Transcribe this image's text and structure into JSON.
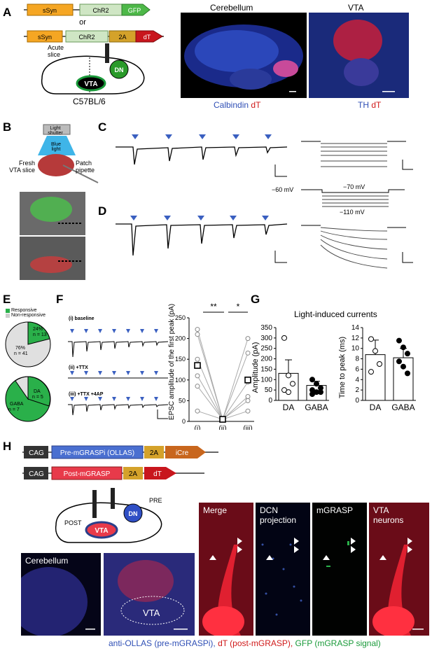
{
  "panel_labels": {
    "A": "A",
    "B": "B",
    "C": "C",
    "D": "D",
    "E": "E",
    "F": "F",
    "G": "G",
    "H": "H"
  },
  "A": {
    "construct1": [
      "sSyn",
      "ChR2",
      "GFP"
    ],
    "or_text": "or",
    "construct2": [
      "sSyn",
      "ChR2",
      "2A",
      "dT"
    ],
    "acute_slice": "Acute\nslice",
    "dn": "DN",
    "vta": "VTA",
    "mouse": "C57BL/6",
    "img1_title": "Cerebellum",
    "img2_title": "VTA",
    "cap1_blue": "Calbindin",
    "cap1_red": "dT",
    "cap2_blue": "TH",
    "cap2_red": "dT"
  },
  "B": {
    "light_shutter": "Light shutter",
    "blue_light": "Blue light",
    "fresh": "Fresh VTA slice",
    "patch": "Patch pipette"
  },
  "CD": {
    "v_hold": "−60 mV",
    "v_step1": "−70 mV",
    "v_step2": "−110 mV"
  },
  "E": {
    "legend": [
      "Responsive",
      "Non-responsive"
    ],
    "pie1_green_pct": "24%",
    "pie1_green_n": "n = 13",
    "pie1_grey_pct": "76%",
    "pie1_grey_n": "n = 41",
    "pie2_da": "DA",
    "pie2_da_n": "n = 5",
    "pie2_gaba": "GABA",
    "pie2_gaba_n": "n = 7",
    "pie1_fraction": 0.24,
    "pie2_da_fraction": 0.42
  },
  "F": {
    "trace_labels": [
      "(i) baseline",
      "(ii) +TTX",
      "(iii) +TTX +4AP"
    ],
    "sig1": "**",
    "sig2": "*"
  },
  "G": {
    "title": "Light-induced currents"
  },
  "H": {
    "row1": [
      "CAG",
      "Pre-mGRASPi (OLLAS)",
      "2A",
      "iCre"
    ],
    "row2": [
      "CAG",
      "Post-mGRASP",
      "2A",
      "dT"
    ],
    "pre": "PRE",
    "post": "POST",
    "dn": "DN",
    "vta": "VTA",
    "cereb": "Cerebellum",
    "vta_region": "VTA",
    "tiles": [
      "Merge",
      "DCN\nprojection",
      "mGRASP",
      "VTA\nneurons"
    ],
    "cap_blue": "anti-OLLAS (pre-mGRASPi),",
    "cap_red": "dT (post-mGRASP),",
    "cap_green": "GFP (mGRASP signal)"
  },
  "chart_data": [
    {
      "type": "scatter",
      "panel": "F",
      "ylabel": "EPSC amplitude of the first peak (pA)",
      "categories": [
        "(i)",
        "(ii)",
        "(iii)"
      ],
      "ylim": [
        0,
        250
      ],
      "yticks": [
        0,
        50,
        100,
        150,
        200,
        250
      ],
      "paired_cells": [
        [
          222,
          5,
          200
        ],
        [
          210,
          5,
          165
        ],
        [
          150,
          5,
          95
        ],
        [
          110,
          5,
          60
        ],
        [
          85,
          5,
          50
        ],
        [
          25,
          5,
          25
        ]
      ],
      "means": [
        135,
        5,
        100
      ]
    },
    {
      "type": "bar",
      "panel": "G-left",
      "categories": [
        "DA",
        "GABA"
      ],
      "ylabel": "Amplitude (pA)",
      "ylim": [
        0,
        350
      ],
      "yticks": [
        0,
        50,
        100,
        150,
        200,
        250,
        300,
        350
      ],
      "values": [
        130,
        72
      ],
      "errors": [
        65,
        20
      ],
      "points": [
        [
          300,
          120,
          80,
          50,
          40
        ],
        [
          100,
          80,
          60,
          50,
          40,
          40,
          30
        ]
      ]
    },
    {
      "type": "bar",
      "panel": "G-right",
      "categories": [
        "DA",
        "GABA"
      ],
      "ylabel": "Time to peak (ms)",
      "ylim": [
        0,
        14
      ],
      "yticks": [
        0,
        2,
        4,
        6,
        8,
        10,
        12,
        14
      ],
      "values": [
        8.8,
        8.2
      ],
      "errors": [
        2.8,
        1.8
      ],
      "points": [
        [
          11.8,
          9.5,
          7,
          5.5
        ],
        [
          11.5,
          10.2,
          9,
          7.5,
          6.5,
          5.2
        ]
      ]
    }
  ]
}
